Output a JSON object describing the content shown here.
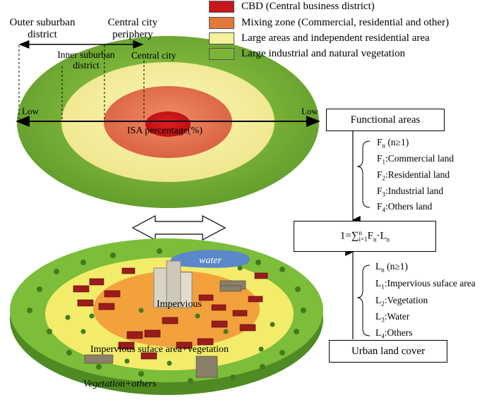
{
  "legend": {
    "items": [
      {
        "label": "CBD (Central business district)",
        "color": "#c8161d"
      },
      {
        "label": "Mixing zone (Commercial, residential and other)",
        "color": "#e2783a"
      },
      {
        "label": "Large areas and independent residential area",
        "color": "#f5f09a"
      },
      {
        "label": "Large industrial and natural vegetation",
        "color": "#7cb536"
      }
    ]
  },
  "zones": {
    "outer_suburban": "Outer suburban\ndistrict",
    "central_periphery": "Central city\nperiphery",
    "inner_suburban": "Inner suburban\ndistrict",
    "central_city": "Central city",
    "low_left": "Low",
    "low_right": "Low",
    "isa_label": "ISA percentage(%)"
  },
  "functional": {
    "title": "Functional areas",
    "fn": "F",
    "fn_sub": "n",
    "fn_cond": "(n≥1)",
    "items": [
      {
        "sym": "F",
        "sub": "1",
        "text": ":Commercial land"
      },
      {
        "sym": "F",
        "sub": "2",
        "text": ":Residential land"
      },
      {
        "sym": "F",
        "sub": "3",
        "text": ":Industrial land"
      },
      {
        "sym": "F",
        "sub": "4",
        "text": ":Others land"
      }
    ]
  },
  "formula": {
    "lhs": "1=",
    "sum_sym": "∑",
    "sum_sup": "n",
    "sum_sub": "i=1",
    "term1": "F",
    "term1_sub": "n",
    "dot": "·",
    "term2": "L",
    "term2_sub": "n"
  },
  "landcover": {
    "title": "Urban land cover",
    "ln": "L",
    "ln_sub": "n",
    "ln_cond": "(n≥1)",
    "items": [
      {
        "sym": "L",
        "sub": "1",
        "text": ":Impervious suface area"
      },
      {
        "sym": "L",
        "sub": "2",
        "text": ":Vegetation"
      },
      {
        "sym": "L",
        "sub": "3",
        "text": ":Water"
      },
      {
        "sym": "L",
        "sub": "4",
        "text": ":Others"
      }
    ]
  },
  "city": {
    "water": "water",
    "impervious": "Impervious",
    "mixed": "Impervious suface area+vegetation",
    "veg": "Vegetation+others"
  }
}
